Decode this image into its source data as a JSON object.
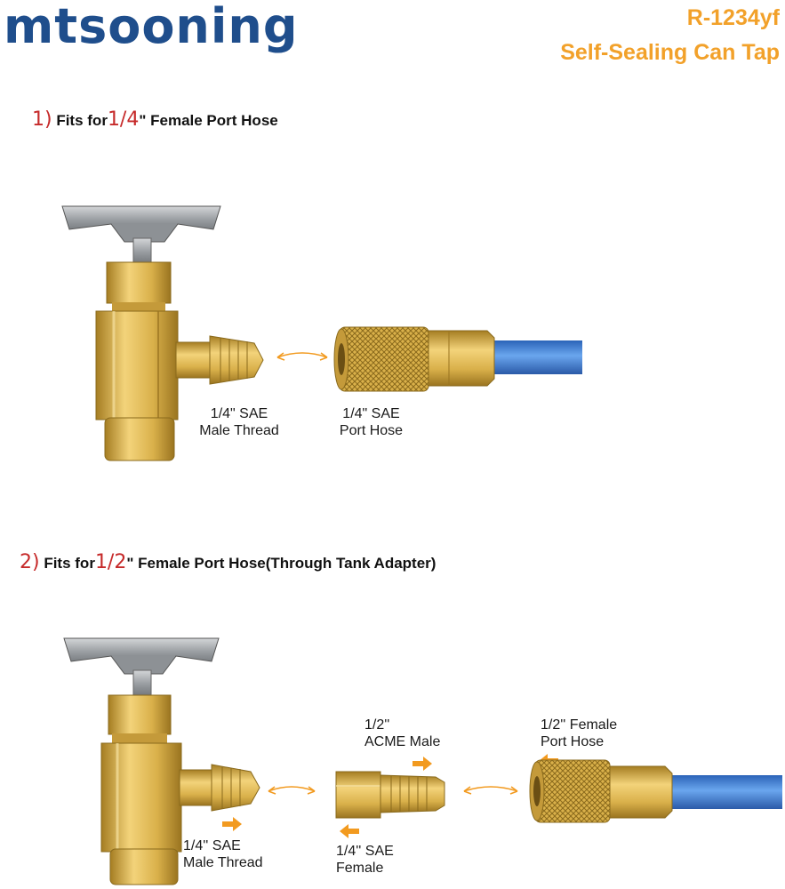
{
  "brand": {
    "name": "mtsooning",
    "color": "#1f4e8c"
  },
  "product": {
    "line1": "R-1234yf",
    "line2": "Self-Sealing Can Tap",
    "color": "#f2a12a"
  },
  "section1": {
    "num": "1)",
    "pre": "Fits for",
    "frac": "1/4",
    "post": "\" Female Port Hose",
    "label_male_1": "1/4\" SAE",
    "label_male_2": "Male Thread",
    "label_port_1": "1/4\" SAE",
    "label_port_2": "Port Hose"
  },
  "section2": {
    "num": "2)",
    "pre": "Fits for",
    "frac": "1/2",
    "post": "\" Female Port Hose(Through Tank Adapter)",
    "label_male_1": "1/4'' SAE",
    "label_male_2": "Male Thread",
    "label_acme_1": "1/2''",
    "label_acme_2": "ACME Male",
    "label_female_1": "1/4'' SAE",
    "label_female_2": "Female",
    "label_port_1": "1/2'' Female",
    "label_port_2": "Port Hose"
  },
  "colors": {
    "numeral_red": "#c62a2a",
    "brass": "#d9b04a",
    "brass_dark": "#a57d22",
    "hose": "#3d7fd6",
    "arrow": "#f29a1f"
  },
  "icons": [
    "gear-icon",
    "double-arrow-icon",
    "right-arrow-icon",
    "left-arrow-icon",
    "can-tap-valve",
    "hose-fitting",
    "tank-adapter"
  ]
}
